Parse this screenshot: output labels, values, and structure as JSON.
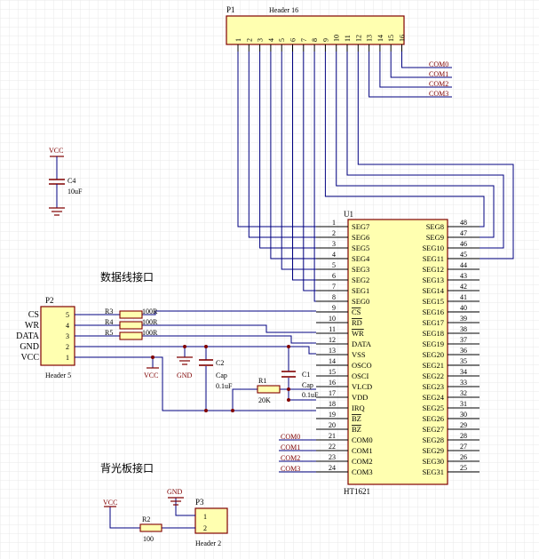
{
  "colors": {
    "background": "#ffffff",
    "grid": "#e8e8e8",
    "wire": "#000080",
    "component": "#800000",
    "component_fill": "#ffffb0",
    "pin": "#000000",
    "label_text": "#000000",
    "net_text": "#800000",
    "junction": "#800000"
  },
  "header_p1": {
    "designator": "P1",
    "comment": "Header 16",
    "pins": [
      "1",
      "2",
      "3",
      "4",
      "5",
      "6",
      "7",
      "8",
      "9",
      "10",
      "11",
      "12",
      "13",
      "14",
      "15",
      "16"
    ]
  },
  "com_nets_top": [
    "COM0",
    "COM1",
    "COM2",
    "COM3"
  ],
  "cap_c4": {
    "designator": "C4",
    "value": "10uF",
    "vcc_label": "VCC"
  },
  "section_labels": {
    "data_interface": "数据线接口",
    "backlight_interface": "背光板接口"
  },
  "header_p2": {
    "designator": "P2",
    "comment": "Header 5",
    "signals": [
      "CS",
      "WR",
      "DATA",
      "GND",
      "VCC"
    ],
    "pins": [
      "5",
      "4",
      "3",
      "2",
      "1"
    ]
  },
  "resistors": [
    {
      "designator": "R3",
      "value": "100R"
    },
    {
      "designator": "R4",
      "value": "100R"
    },
    {
      "designator": "R5",
      "value": "100R"
    }
  ],
  "misc_p2": {
    "vcc_label": "VCC",
    "gnd_label": "GND"
  },
  "cap_c2": {
    "designator": "C2",
    "type": "Cap",
    "value": "0.1uF"
  },
  "cap_c1": {
    "designator": "C1",
    "type": "Cap",
    "value": "0.1uF"
  },
  "res_r1": {
    "designator": "R1",
    "value": "20K"
  },
  "ic_u1": {
    "designator": "U1",
    "part": "HT1621",
    "left_pins": [
      {
        "num": "1",
        "name": "SEG7"
      },
      {
        "num": "2",
        "name": "SEG6"
      },
      {
        "num": "3",
        "name": "SEG5"
      },
      {
        "num": "4",
        "name": "SEG4"
      },
      {
        "num": "5",
        "name": "SEG3"
      },
      {
        "num": "6",
        "name": "SEG2"
      },
      {
        "num": "7",
        "name": "SEG1"
      },
      {
        "num": "8",
        "name": "SEG0"
      },
      {
        "num": "9",
        "name": "CS"
      },
      {
        "num": "10",
        "name": "RD"
      },
      {
        "num": "11",
        "name": "WR"
      },
      {
        "num": "12",
        "name": "DATA"
      },
      {
        "num": "13",
        "name": "VSS"
      },
      {
        "num": "14",
        "name": "OSCO"
      },
      {
        "num": "15",
        "name": "OSCI"
      },
      {
        "num": "16",
        "name": "VLCD"
      },
      {
        "num": "17",
        "name": "VDD"
      },
      {
        "num": "18",
        "name": "IRQ"
      },
      {
        "num": "19",
        "name": "BZ"
      },
      {
        "num": "20",
        "name": "BZ"
      },
      {
        "num": "21",
        "name": "COM0"
      },
      {
        "num": "22",
        "name": "COM1"
      },
      {
        "num": "23",
        "name": "COM2"
      },
      {
        "num": "24",
        "name": "COM3"
      }
    ],
    "right_pins": [
      {
        "num": "48",
        "name": "SEG8"
      },
      {
        "num": "47",
        "name": "SEG9"
      },
      {
        "num": "46",
        "name": "SEG10"
      },
      {
        "num": "45",
        "name": "SEG11"
      },
      {
        "num": "44",
        "name": "SEG12"
      },
      {
        "num": "43",
        "name": "SEG13"
      },
      {
        "num": "42",
        "name": "SEG14"
      },
      {
        "num": "41",
        "name": "SEG15"
      },
      {
        "num": "40",
        "name": "SEG16"
      },
      {
        "num": "39",
        "name": "SEG17"
      },
      {
        "num": "38",
        "name": "SEG18"
      },
      {
        "num": "37",
        "name": "SEG19"
      },
      {
        "num": "36",
        "name": "SEG20"
      },
      {
        "num": "35",
        "name": "SEG21"
      },
      {
        "num": "34",
        "name": "SEG22"
      },
      {
        "num": "33",
        "name": "SEG23"
      },
      {
        "num": "32",
        "name": "SEG24"
      },
      {
        "num": "31",
        "name": "SEG25"
      },
      {
        "num": "30",
        "name": "SEG26"
      },
      {
        "num": "29",
        "name": "SEG27"
      },
      {
        "num": "28",
        "name": "SEG28"
      },
      {
        "num": "27",
        "name": "SEG29"
      },
      {
        "num": "26",
        "name": "SEG30"
      },
      {
        "num": "25",
        "name": "SEG31"
      }
    ],
    "com_nets": [
      "COM0",
      "COM1",
      "COM2",
      "COM3"
    ]
  },
  "header_p3": {
    "designator": "P3",
    "comment": "Header 2",
    "pins": [
      "1",
      "2"
    ]
  },
  "res_r2": {
    "designator": "R2",
    "value": "100"
  },
  "misc_p3": {
    "vcc_label": "VCC",
    "gnd_label": "GND"
  }
}
